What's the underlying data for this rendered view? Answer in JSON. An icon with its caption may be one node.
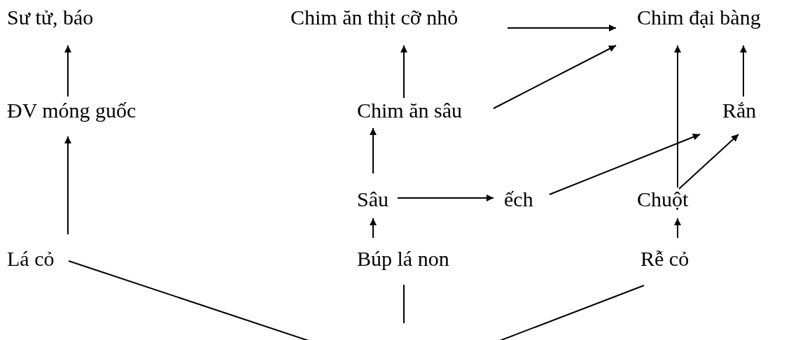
{
  "diagram": {
    "nodes": [
      {
        "text": [
          "Sư tử, báo"
        ]
      },
      {
        "text": [
          "Chim ăn thịt cỡ nhỏ"
        ]
      },
      {
        "text": [
          "Chim đại bàng"
        ]
      },
      {
        "text": [
          "ĐV móng guốc"
        ]
      },
      {
        "text": [
          "Chim ăn sâu"
        ]
      },
      {
        "text": [
          "Rắn"
        ]
      },
      {
        "text": [
          "Sâu"
        ]
      },
      {
        "text": [
          "ếch"
        ]
      },
      {
        "text": [
          "Chuột"
        ]
      },
      {
        "text": [
          "Lá cỏ"
        ]
      },
      {
        "text": [
          "Búp lá non"
        ]
      },
      {
        "text": [
          "Rễ cỏ"
        ]
      }
    ],
    "edges": [
      {
        "from": 3,
        "to": 0,
        "arrow": "to"
      },
      {
        "from": 9,
        "to": 3,
        "arrow": "to"
      },
      {
        "from": 4,
        "to": 1,
        "arrow": "to"
      },
      {
        "from": 1,
        "to": 2,
        "arrow": "to"
      },
      {
        "from": 4,
        "to": 2,
        "arrow": "to"
      },
      {
        "from": 8,
        "to": 2,
        "arrow": "to"
      },
      {
        "from": 5,
        "to": 2,
        "arrow": "to"
      },
      {
        "from": 8,
        "to": 5,
        "arrow": "to"
      },
      {
        "from": 7,
        "to": 5,
        "arrow": "to"
      },
      {
        "from": 6,
        "to": 7,
        "arrow": "to"
      },
      {
        "from": 6,
        "to": 4,
        "arrow": "to"
      },
      {
        "from": 10,
        "to": 6,
        "arrow": "to"
      },
      {
        "from": 11,
        "to": 8,
        "arrow": "to"
      },
      {
        "from": 9,
        "to": null,
        "arrow": "none"
      },
      {
        "from": 10,
        "to": null,
        "arrow": "none"
      },
      {
        "from": 11,
        "to": null,
        "arrow": "none"
      }
    ]
  }
}
